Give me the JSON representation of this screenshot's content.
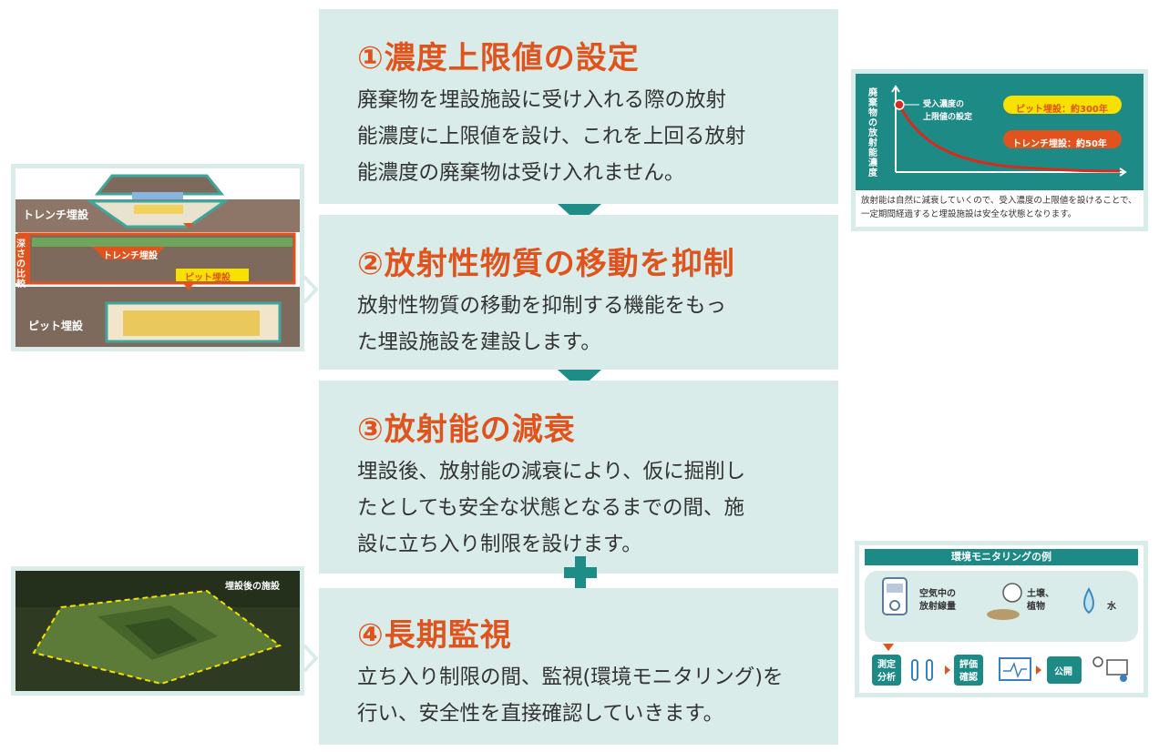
{
  "steps": [
    {
      "title": "①濃度上限値の設定",
      "body": "廃棄物を埋設施設に受け入れる際の放射\n能濃度に上限値を設け、これを上回る放射\n能濃度の廃棄物は受け入れません。"
    },
    {
      "title": "②放射性物質の移動を抑制",
      "body": "放射性物質の移動を抑制する機能をもっ\nた埋設施設を建設します。"
    },
    {
      "title": "③放射能の減衰",
      "body": "埋設後、放射能の減衰により、仮に掘削し\nたとしても安全な状態となるまでの間、施\n設に立ち入り制限を設けます。"
    },
    {
      "title": "④長期監視",
      "body": "立ち入り制限の間、監視(環境モニタリング)を\n行い、安全性を直接確認していきます。"
    }
  ],
  "depth_figure": {
    "trench_label": "トレンチ埋設",
    "compare_label": "深さの比較",
    "trench_tag": "トレンチ埋設",
    "pit_tag": "ピット埋設",
    "pit_label": "ピット埋設"
  },
  "decay_chart": {
    "ylabel": "廃棄物の放射能濃度",
    "point_label_line1": "受入濃度の",
    "point_label_line2": "上限値の設定",
    "badge_pit": "ピット埋設：約300年",
    "badge_trench": "トレンチ埋設：約50年",
    "caption": "放射能は自然に減衰していくので、受入濃度の上限値を設けることで、一定期間経過すると埋設施設は安全な状態となります。"
  },
  "photo": {
    "label": "埋設後の施設"
  },
  "monitoring": {
    "header": "環境モニタリングの例",
    "air_line1": "空気中の",
    "air_line2": "放射線量",
    "soil_line1": "土壌、",
    "soil_line2": "植物",
    "water": "水",
    "measure_line1": "測定",
    "measure_line2": "分析",
    "eval_line1": "評価",
    "eval_line2": "確認",
    "publish": "公開"
  },
  "colors": {
    "panel": "#d9ece9",
    "accent": "#e0531c",
    "teal": "#1f8d87",
    "chart_bg": "#1d8a86"
  }
}
